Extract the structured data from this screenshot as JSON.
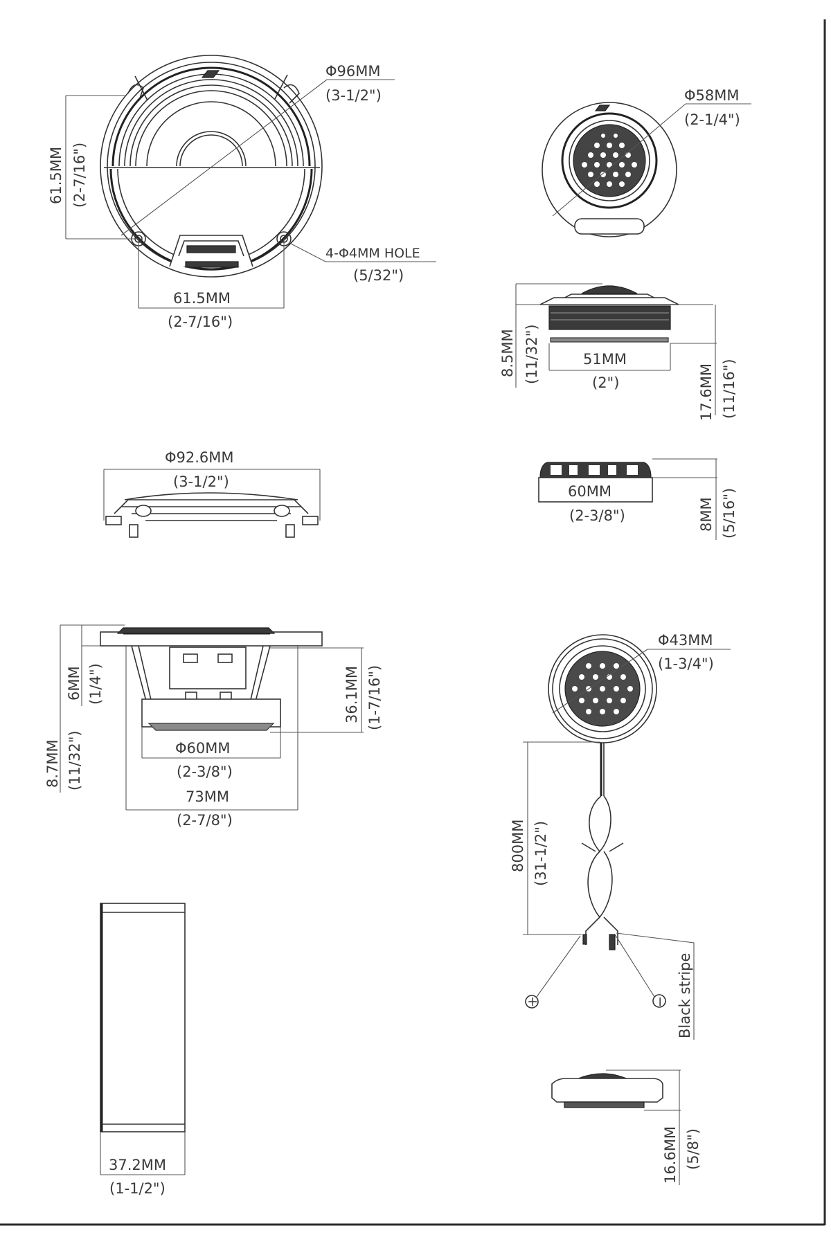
{
  "frame": {
    "border_color": "#2a2a2a",
    "background": "#ffffff"
  },
  "woofer_front": {
    "outer_diameter": {
      "mm": "Φ96MM",
      "inch": "(3-1/2\")"
    },
    "hole_spacing_vertical": {
      "mm": "61.5MM",
      "inch": "(2-7/16\")"
    },
    "hole_spacing_horizontal": {
      "mm": "61.5MM",
      "inch": "(2-7/16\")"
    },
    "mounting_holes": {
      "mm": "4-Φ4MM HOLE",
      "inch": "(5/32\")"
    }
  },
  "grille_side": {
    "diameter": {
      "mm": "Φ92.6MM",
      "inch": "(3-1/2\")"
    }
  },
  "woofer_side": {
    "flange_height": {
      "mm": "8.7MM",
      "inch": "(11/32\")"
    },
    "flange_thickness": {
      "mm": "6MM",
      "inch": "(1/4\")"
    },
    "mount_depth": {
      "mm": "36.1MM",
      "inch": "(1-7/16\")"
    },
    "magnet_diameter": {
      "mm": "Φ60MM",
      "inch": "(2-3/8\")"
    },
    "cutout_diameter": {
      "mm": "73MM",
      "inch": "(2-7/8\")"
    }
  },
  "spacer_side": {
    "depth": {
      "mm": "37.2MM",
      "inch": "(1-1/2\")"
    }
  },
  "tweeter_flush_front": {
    "diameter": {
      "mm": "Φ58MM",
      "inch": "(2-1/4\")"
    }
  },
  "tweeter_flush_side": {
    "top_height": {
      "mm": "8.5MM",
      "inch": "(11/32\")"
    },
    "body_diameter": {
      "mm": "51MM",
      "inch": "(2\")"
    },
    "total_depth": {
      "mm": "17.6MM",
      "inch": "(11/16\")"
    }
  },
  "tweeter_ring_side": {
    "diameter": {
      "mm": "60MM",
      "inch": "(2-3/8\")"
    },
    "height": {
      "mm": "8MM",
      "inch": "(5/16\")"
    }
  },
  "tweeter_surface_front": {
    "diameter": {
      "mm": "Φ43MM",
      "inch": "(1-3/4\")"
    },
    "cable_length": {
      "mm": "800MM",
      "inch": "(31-1/2\")"
    },
    "positive_symbol": "+",
    "negative_symbol": "−",
    "negative_note": "Black stripe"
  },
  "tweeter_surface_side": {
    "height": {
      "mm": "16.6MM",
      "inch": "(5/8\")"
    }
  }
}
